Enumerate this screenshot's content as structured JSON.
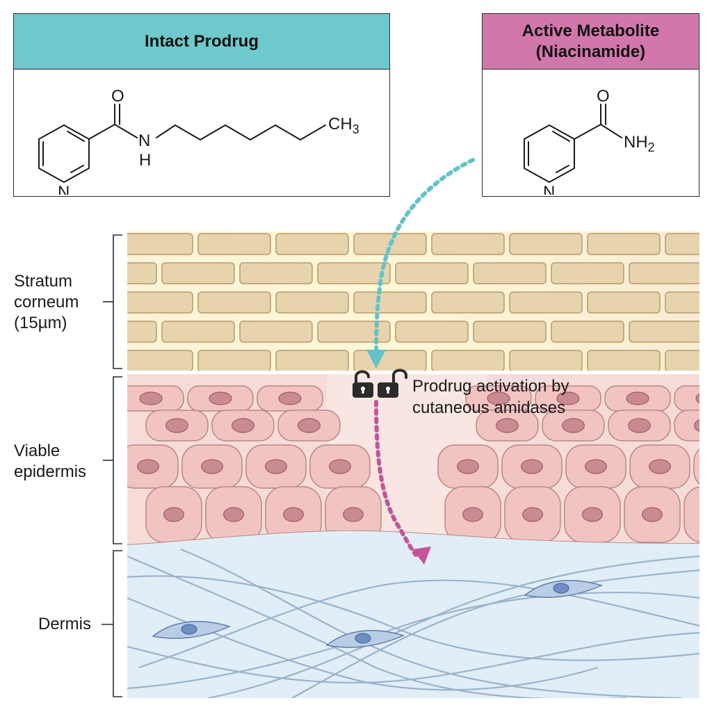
{
  "panels": {
    "prodrug": {
      "title": "Intact Prodrug",
      "header_color": "#6ec9cc",
      "atoms": {
        "oxygen": "O",
        "nh_n": "N",
        "nh_h": "H",
        "methyl": "CH3",
        "ring_n": "N"
      }
    },
    "metabolite": {
      "title_line1": "Active Metabolite",
      "title_line2": "(Niacinamide)",
      "header_color": "#d277ab",
      "atoms": {
        "oxygen": "O",
        "amide": "NH2",
        "ring_n": "N"
      }
    }
  },
  "layers": {
    "stratum_corneum": {
      "line1": "Stratum",
      "line2": "corneum",
      "line3": "(15µm)",
      "color": "#e8d4ac"
    },
    "viable_epidermis": {
      "line1": "Viable",
      "line2": "epidermis",
      "color": "#f3c9c6"
    },
    "dermis": {
      "label": "Dermis",
      "color": "#d9e9f4"
    }
  },
  "annotation": {
    "line1": "Prodrug activation by",
    "line2": "cutaneous amidases"
  },
  "icons": [
    "unlocked-padlock-icon",
    "unlocked-padlock-icon"
  ],
  "arrows": {
    "prodrug_path_color": "#62c4c8",
    "metabolite_path_color": "#c2559a"
  }
}
